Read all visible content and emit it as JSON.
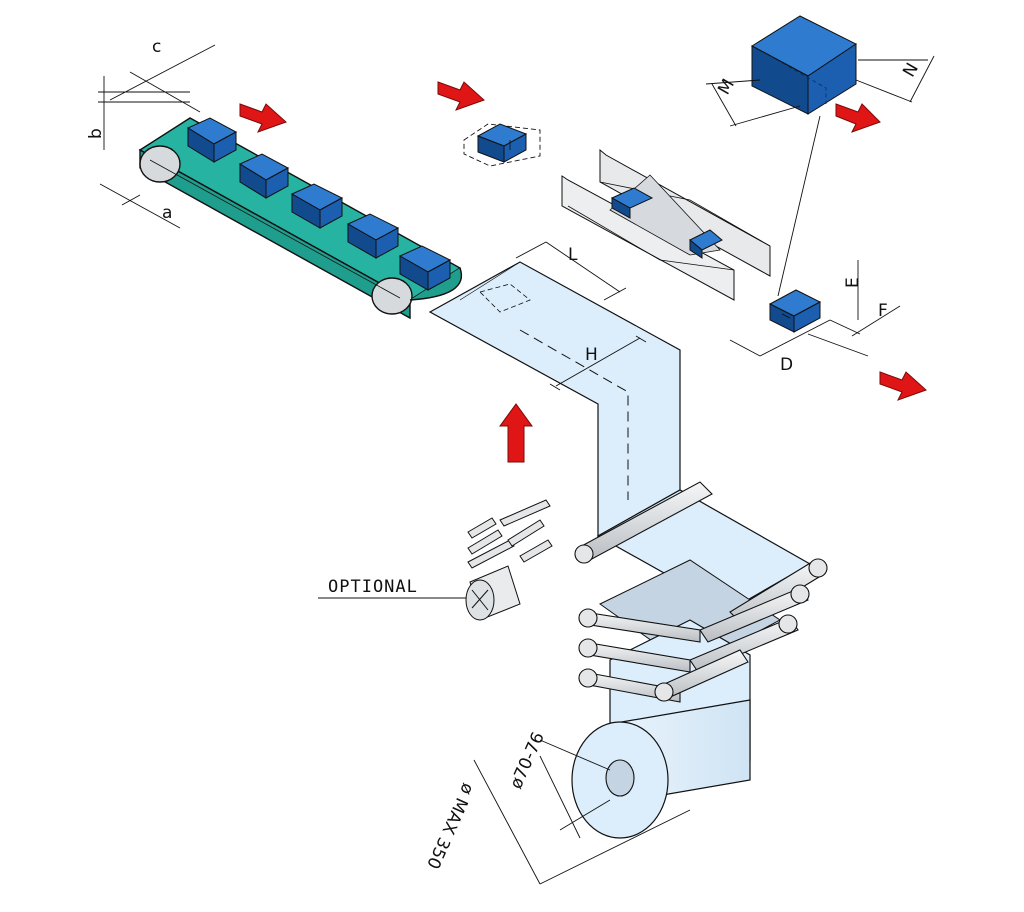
{
  "labels": {
    "a": "a",
    "b": "b",
    "c": "c",
    "L": "L",
    "H": "H",
    "D": "D",
    "E": "E",
    "F": "F",
    "M": "M",
    "N": "N",
    "optional": "OPTIONAL",
    "core_dim": "ø70-76",
    "reel_dim": "ø MAX 350"
  },
  "colors": {
    "conveyor_belt": "#1f9e8e",
    "conveyor_top": "#27b3a1",
    "product": "#1c5fb0",
    "product_dark": "#124a8e",
    "film": "#dceefb",
    "film_shade": "#c5d4e2",
    "arrow": "#e01515",
    "arrow_dark": "#9b0d0d",
    "roller": "#e4e6e8",
    "metal": "#dfe2e5"
  }
}
